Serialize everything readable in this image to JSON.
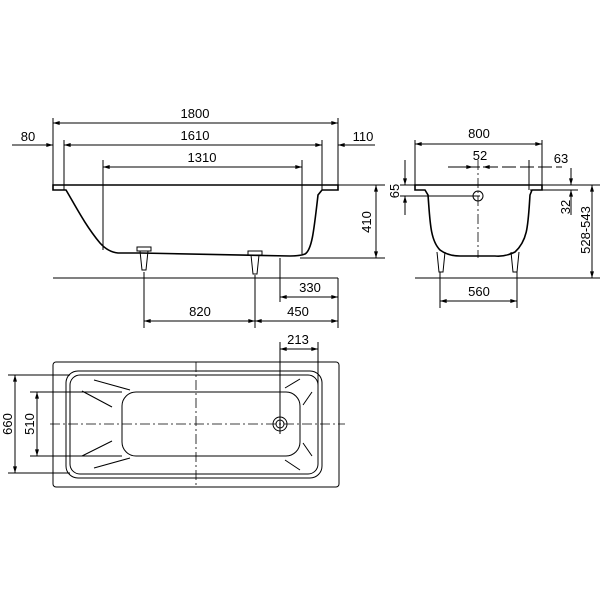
{
  "side_view": {
    "d_1800": "1800",
    "d_1610": "1610",
    "d_1310": "1310",
    "d_80": "80",
    "d_110": "110",
    "d_410": "410",
    "d_330": "330",
    "d_820": "820",
    "d_450": "450"
  },
  "end_view": {
    "d_800": "800",
    "d_52": "52",
    "d_63": "63",
    "d_65": "65",
    "d_32": "32",
    "d_528_543": "528-543",
    "d_560": "560"
  },
  "plan_view": {
    "d_213": "213",
    "d_660": "660",
    "d_510": "510"
  }
}
